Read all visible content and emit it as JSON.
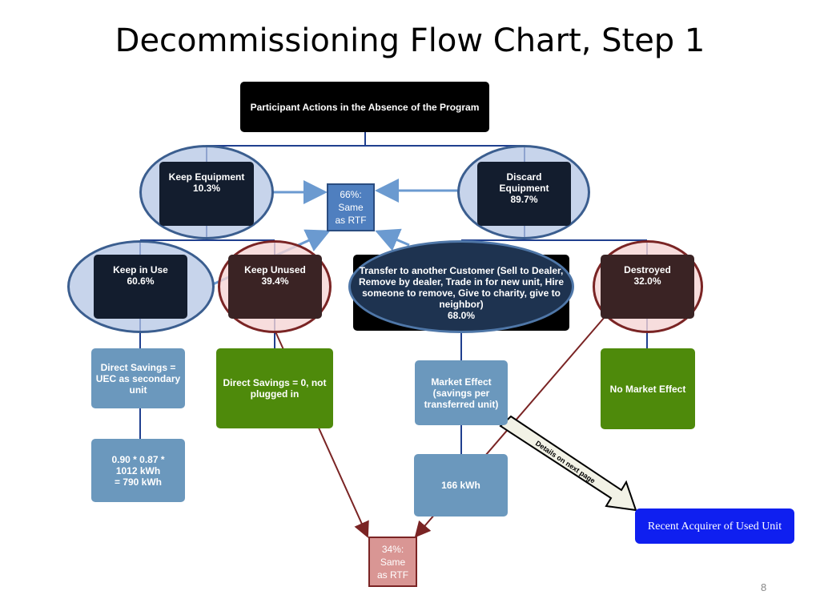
{
  "title": "Decommissioning Flow Chart, Step 1",
  "nodes": {
    "root": "Participant Actions in the Absence of the Program",
    "keep_equipment": {
      "name": "Keep Equipment",
      "pct": "10.3%"
    },
    "discard_equipment": {
      "name": "Discard Equipment",
      "pct": "89.7%"
    },
    "keep_in_use": {
      "name": "Keep in Use",
      "pct": "60.6%"
    },
    "keep_unused": {
      "name": "Keep Unused",
      "pct": "39.4%"
    },
    "transfer": {
      "name": "Transfer to another Customer (Sell to Dealer, Remove by dealer, Trade in for new unit, Hire someone to remove, Give to charity, give to neighbor)",
      "pct": "68.0%"
    },
    "destroyed": {
      "name": "Destroyed",
      "pct": "32.0%"
    },
    "direct_savings_uec": "Direct Savings = UEC as secondary unit",
    "direct_savings_zero": "Direct Savings = 0, not plugged in",
    "market_effect": "Market Effect (savings per transferred unit)",
    "no_market_effect": "No Market Effect",
    "calc_line1": "0.90 * 0.87 *",
    "calc_line2": "1012 kWh",
    "calc_line3": "= 790 kWh",
    "market_kwh": "166 kWh",
    "rtf66": {
      "pct": "66%:",
      "line2": "Same",
      "line3": "as RTF"
    },
    "rtf34": {
      "pct": "34%:",
      "line2": "Same",
      "line3": "as RTF"
    },
    "recent_acquirer": "Recent Acquirer of Used Unit",
    "details_arrow": "Details on next page"
  },
  "page_number": "8",
  "colors": {
    "dark_box": "#131d2e",
    "root_box": "#000000",
    "brown_box": "#3a2324",
    "blue_box": "#6b98bd",
    "green_box": "#4e8a0b",
    "rtf66_box": "#4f7fbf",
    "rtf34_box": "#d99694",
    "recent_box": "#0f1ff0",
    "connector": "#1f3f8f",
    "red_arrow": "#7a2424"
  }
}
